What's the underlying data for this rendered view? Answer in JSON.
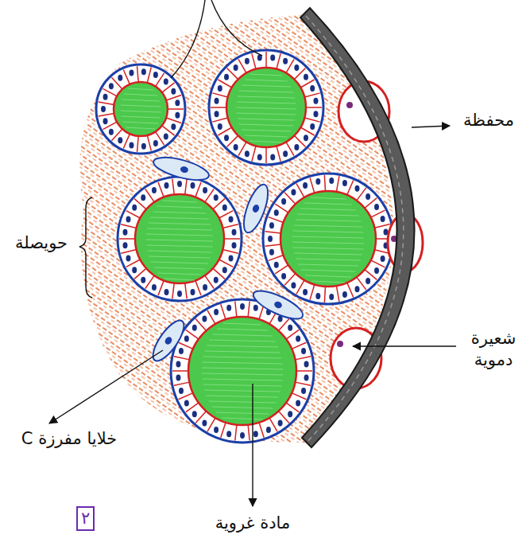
{
  "diagram": {
    "labels": [
      "محفظة",
      "حويصلة",
      "شعيرة دموية",
      "خلايا مفرزة C",
      "٢",
      "مادة غروية"
    ]
  }
}
